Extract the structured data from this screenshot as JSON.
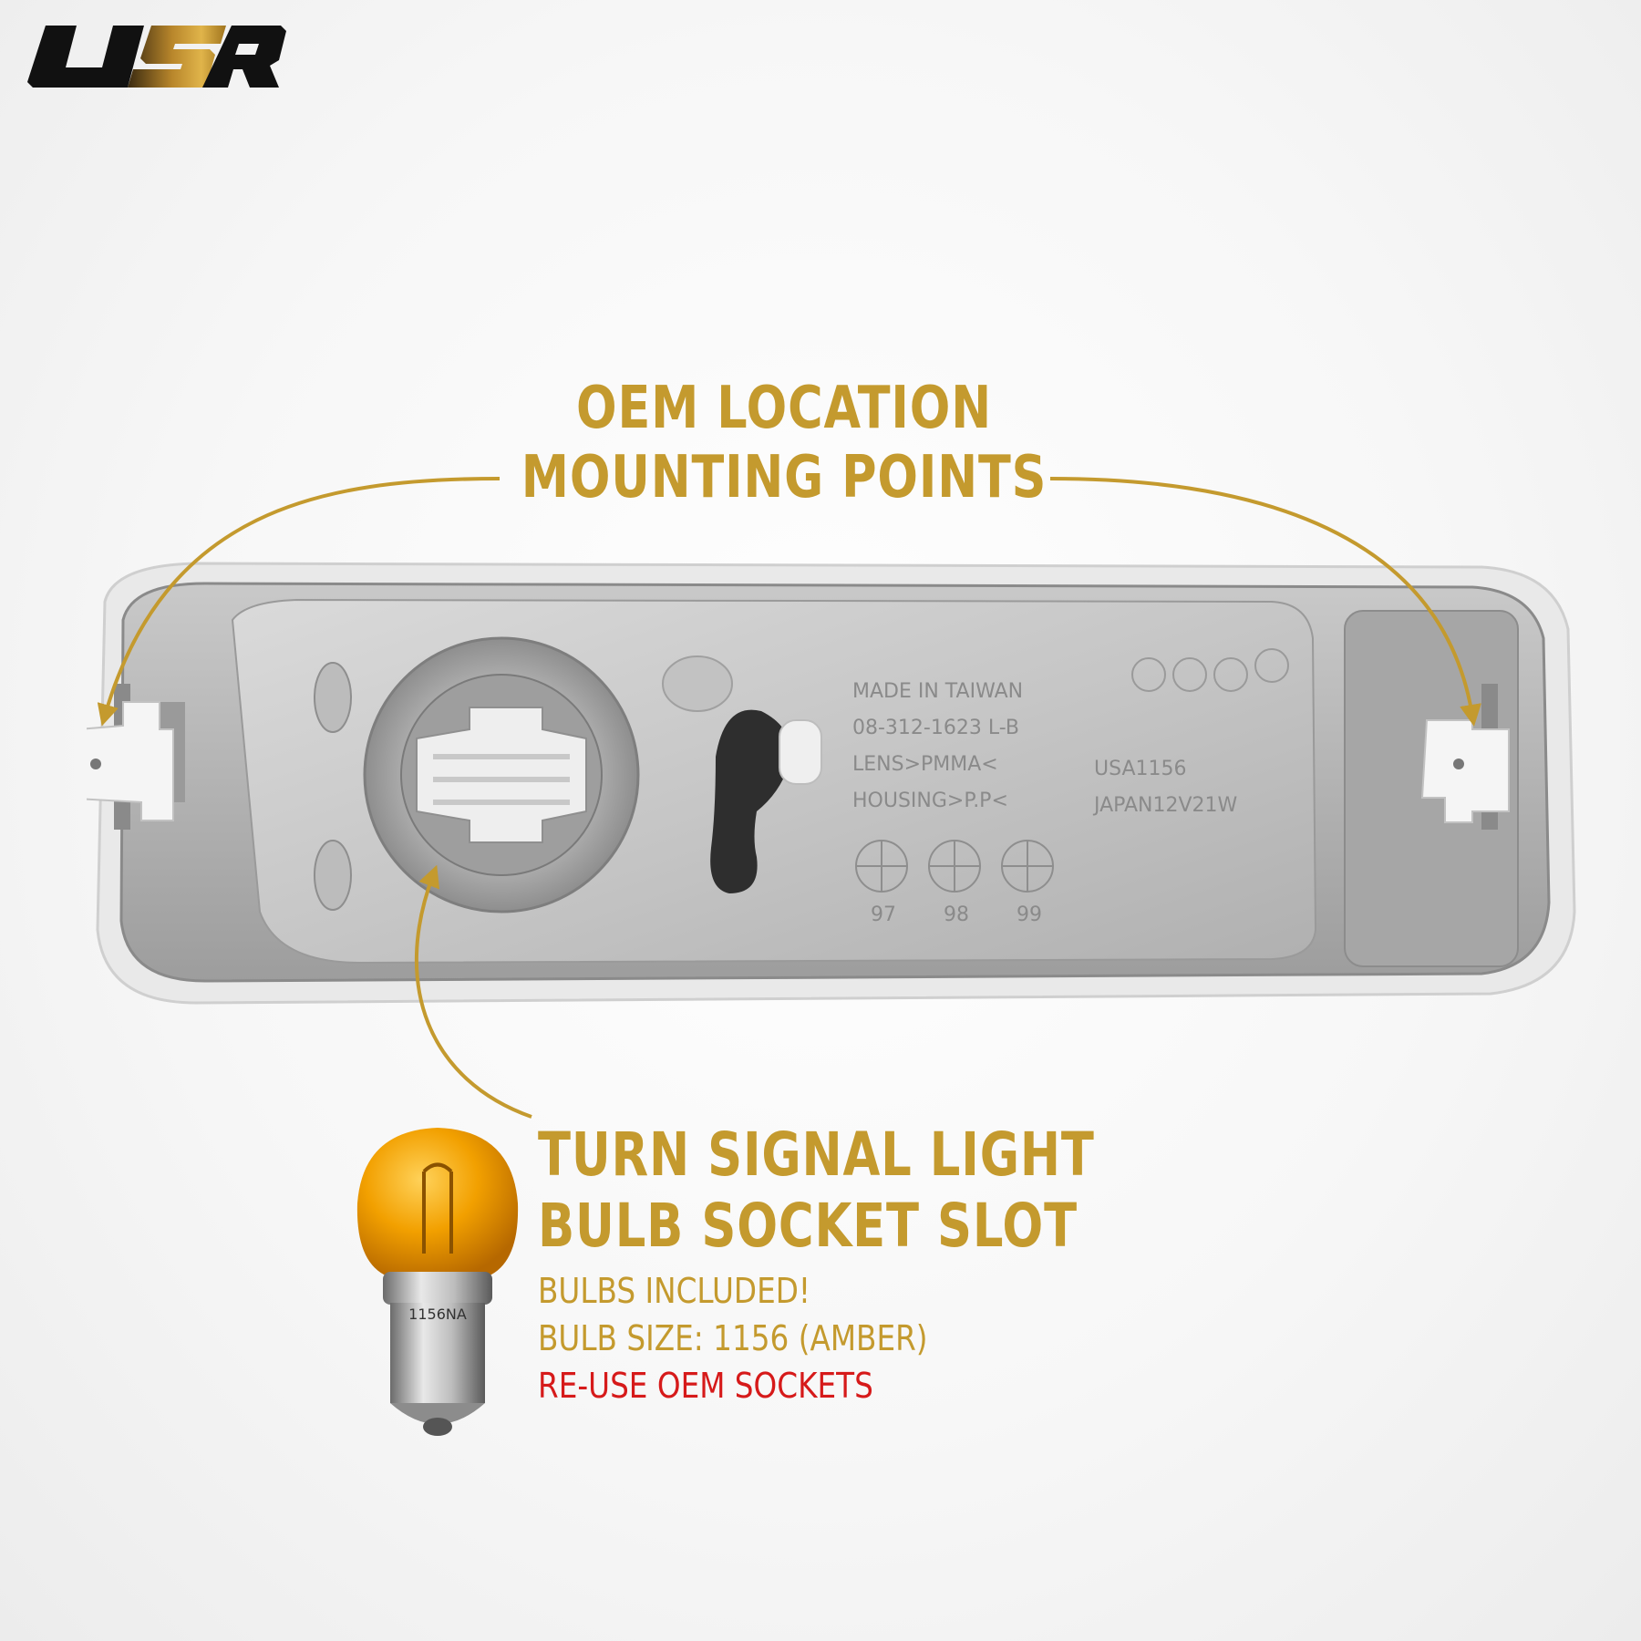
{
  "brand": {
    "logo_text": "USR",
    "logo_icon": "usr-logo-icon"
  },
  "callout_top": {
    "line1": "OEM LOCATION",
    "line2": "MOUNTING POINTS"
  },
  "callout_bottom": {
    "line1": "TURN SIGNAL LIGHT",
    "line2": "BULB SOCKET SLOT",
    "note1": "BULBS INCLUDED!",
    "note2": "BULB SIZE: 1156 (AMBER)",
    "note3": "RE-USE OEM SOCKETS"
  },
  "lamp_markings": {
    "made_in": "MADE IN TAIWAN",
    "part_no": "08-312-1623  L-B",
    "lens": "LENS>PMMA<",
    "housing": "HOUSING>P.P<",
    "year1": "97",
    "year2": "98",
    "year3": "99",
    "usa": "USA1156",
    "japan": "JAPAN12V21W"
  },
  "bulb_label": "1156NA",
  "colors": {
    "gold": "#c49a2e",
    "red": "#d61a1a",
    "amber": "#f2a000",
    "housing_gray": "#a9a9a9"
  }
}
